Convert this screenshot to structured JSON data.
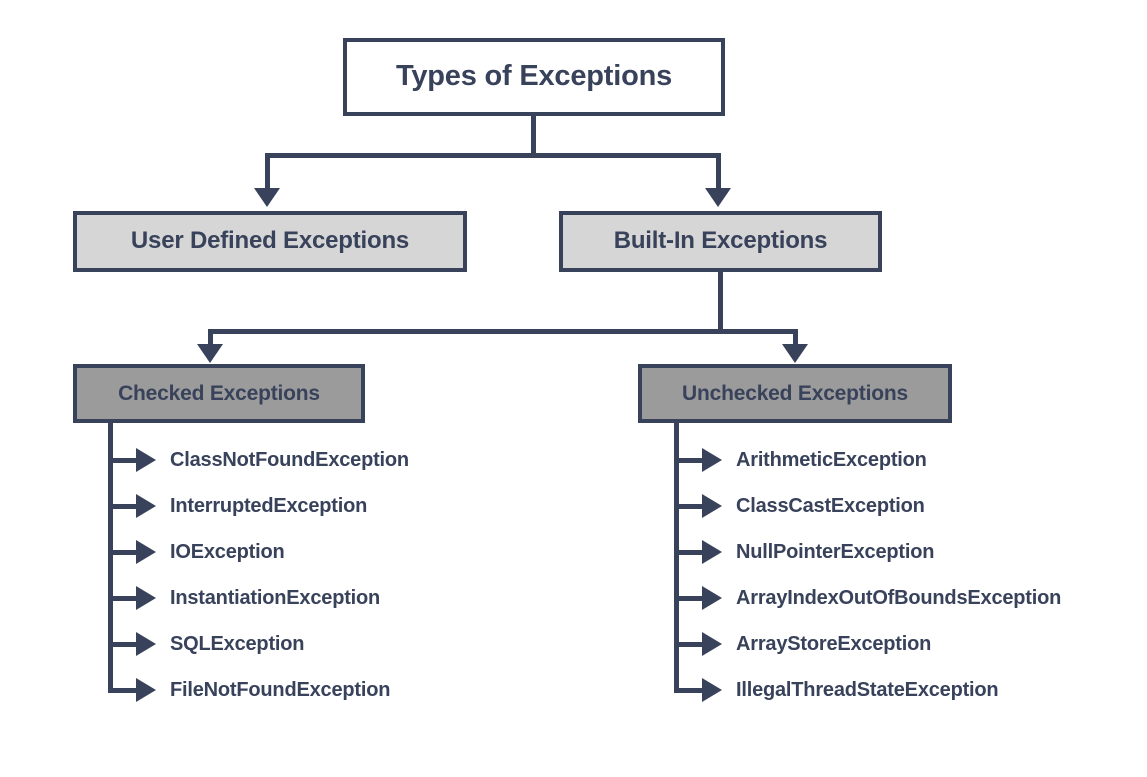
{
  "diagram": {
    "title": "Types of Exceptions",
    "type": "hierarchy-tree",
    "colors": {
      "ink": "#39425B",
      "root_fill": "#FFFFFF",
      "level2_fill": "#D6D6D6",
      "level3_fill": "#9B9B9B",
      "background": "#FFFFFF"
    },
    "root": {
      "label": "Types of Exceptions"
    },
    "level2": [
      {
        "label": "User Defined Exceptions"
      },
      {
        "label": "Built-In Exceptions"
      }
    ],
    "level3": [
      {
        "label": "Checked Exceptions"
      },
      {
        "label": "Unchecked Exceptions"
      }
    ],
    "checked_exceptions": [
      {
        "label": "ClassNotFoundException"
      },
      {
        "label": "InterruptedException"
      },
      {
        "label": "IOException"
      },
      {
        "label": "InstantiationException"
      },
      {
        "label": "SQLException"
      },
      {
        "label": "FileNotFoundException"
      }
    ],
    "unchecked_exceptions": [
      {
        "label": "ArithmeticException"
      },
      {
        "label": "ClassCastException"
      },
      {
        "label": "NullPointerException"
      },
      {
        "label": "ArrayIndexOutOfBoundsException"
      },
      {
        "label": "ArrayStoreException"
      },
      {
        "label": "IllegalThreadStateException"
      }
    ]
  }
}
